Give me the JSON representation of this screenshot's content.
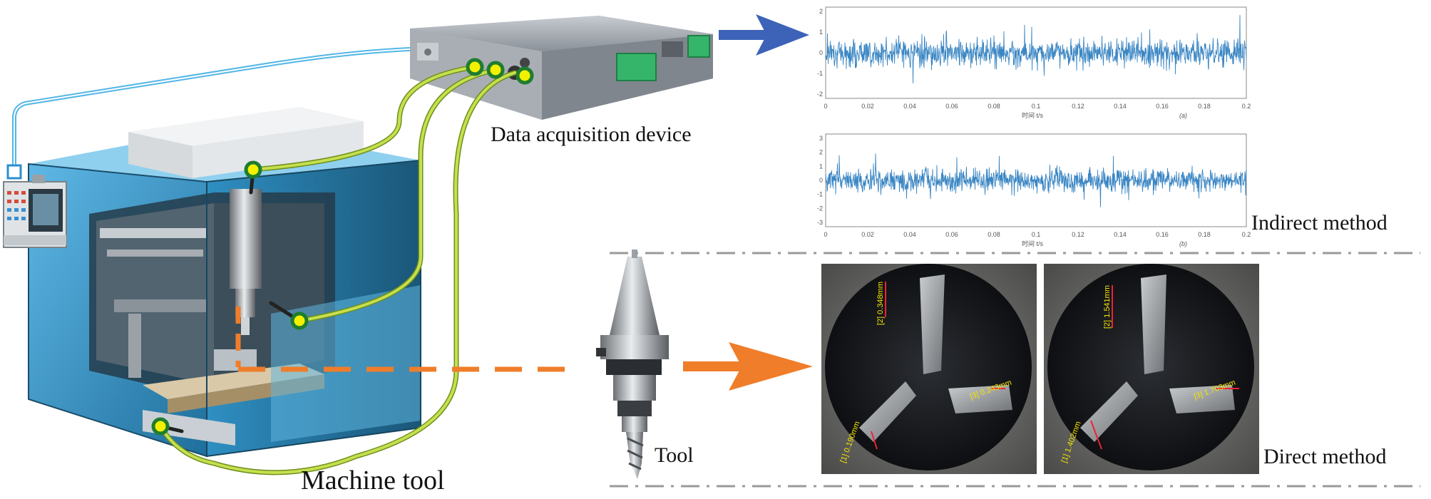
{
  "labels": {
    "data_acquisition": "Data acquisition device",
    "indirect": "Indirect method",
    "direct": "Direct method",
    "machine_tool": "Machine tool",
    "tool": "Tool"
  },
  "colors": {
    "signal": "#3a86c4",
    "arrow_blue": "#3d63b8",
    "arrow_orange": "#ef7d2a",
    "cable_green": "#b5d43c",
    "cable_blue": "#52b6e6",
    "divider": "#9a9a9a"
  },
  "plot_a": {
    "x_ticks": [
      "0",
      "0.02",
      "0.04",
      "0.06",
      "0.08",
      "0.1",
      "0.12",
      "0.14",
      "0.16",
      "0.18",
      "0.2"
    ],
    "y_ticks": [
      "2",
      "1",
      "0",
      "-1",
      "-2"
    ],
    "xlabel": "时间 t/s",
    "caption": "(a)"
  },
  "plot_b": {
    "x_ticks": [
      "0",
      "0.02",
      "0.04",
      "0.06",
      "0.08",
      "0.1",
      "0.12",
      "0.14",
      "0.16",
      "0.18",
      "0.2"
    ],
    "y_ticks": [
      "3",
      "2",
      "1",
      "0",
      "-1",
      "-2",
      "-3"
    ],
    "xlabel": "时间 t/s",
    "caption": "(b)"
  },
  "photo_left": {
    "m2": "[2] 0.348mm",
    "m3": "[3] 0.243mm",
    "m1": "[1] 0.190mm"
  },
  "photo_right": {
    "m2": "[2] 1.541mm",
    "m3": "[3] 1.703mm",
    "m1": "[1] 1.402mm"
  }
}
